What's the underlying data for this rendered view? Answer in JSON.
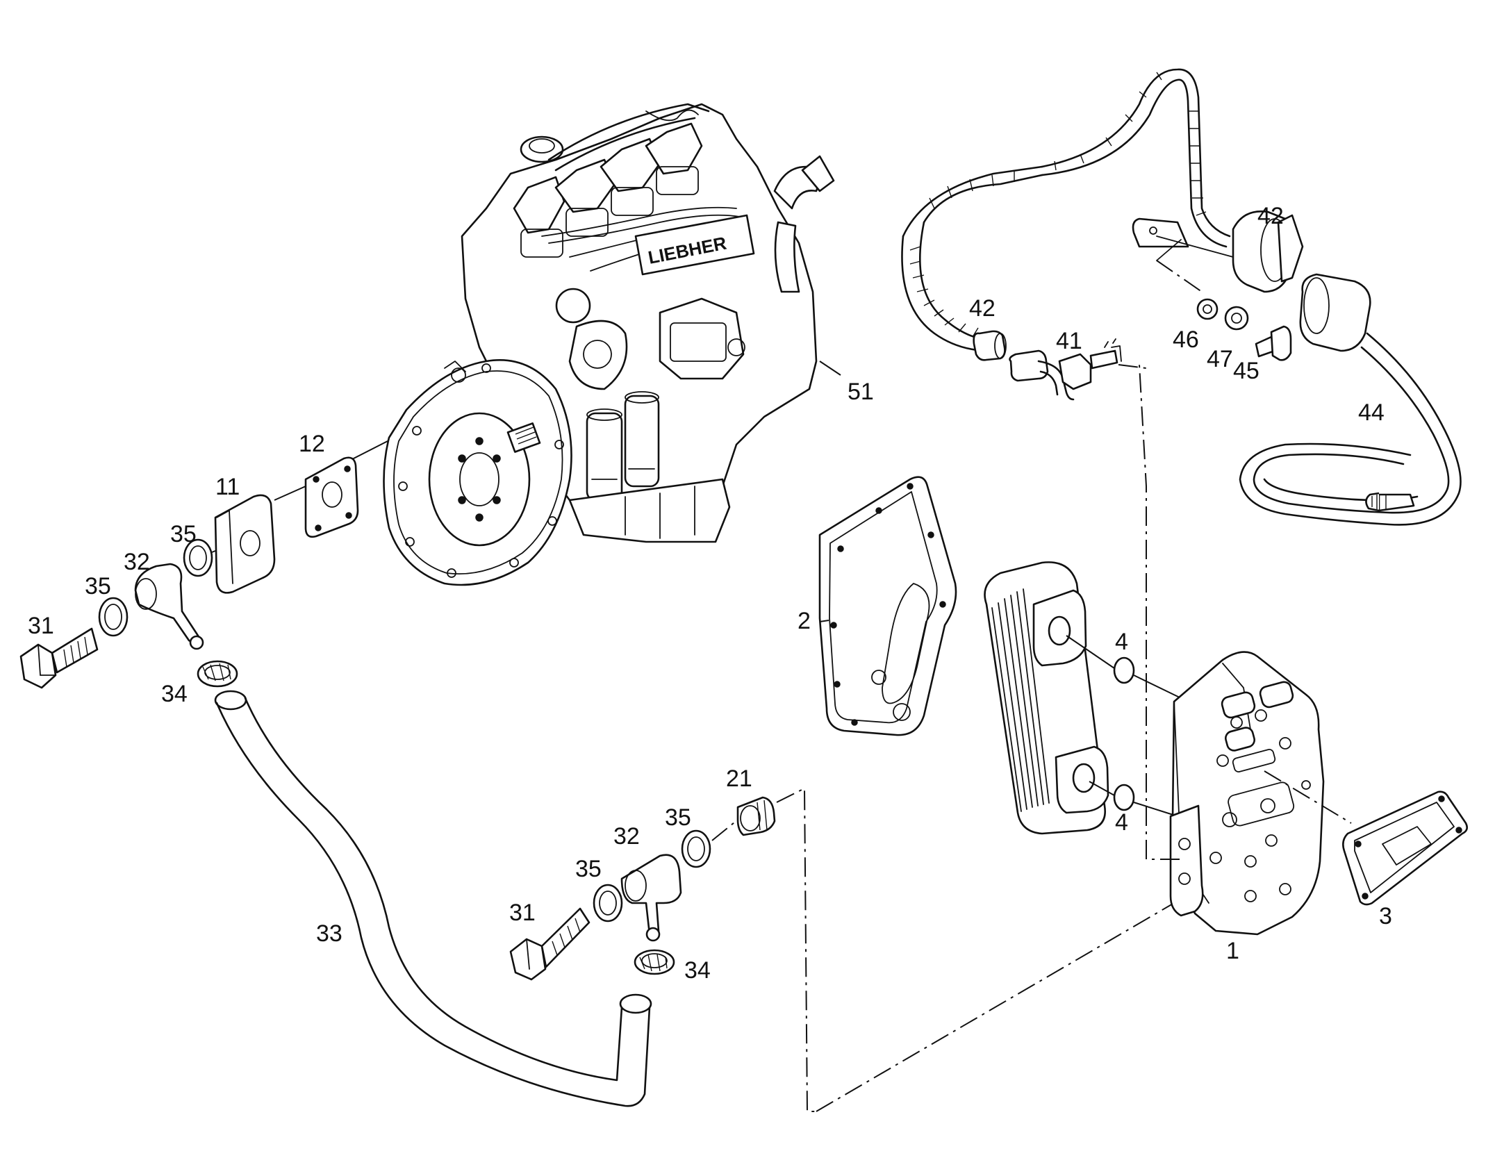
{
  "engine_nameplate": "LIEBHER",
  "callouts": {
    "c1": "1",
    "c2": "2",
    "c3": "3",
    "c4a": "4",
    "c4b": "4",
    "c11": "11",
    "c12": "12",
    "c21": "21",
    "c31a": "31",
    "c31b": "31",
    "c32a": "32",
    "c32b": "32",
    "c33": "33",
    "c34a": "34",
    "c34b": "34",
    "c35a": "35",
    "c35b": "35",
    "c35c": "35",
    "c35d": "35",
    "c41": "41",
    "c42a": "42",
    "c42b": "42",
    "c44": "44",
    "c45": "45",
    "c46": "46",
    "c47": "47",
    "c51": "51"
  }
}
